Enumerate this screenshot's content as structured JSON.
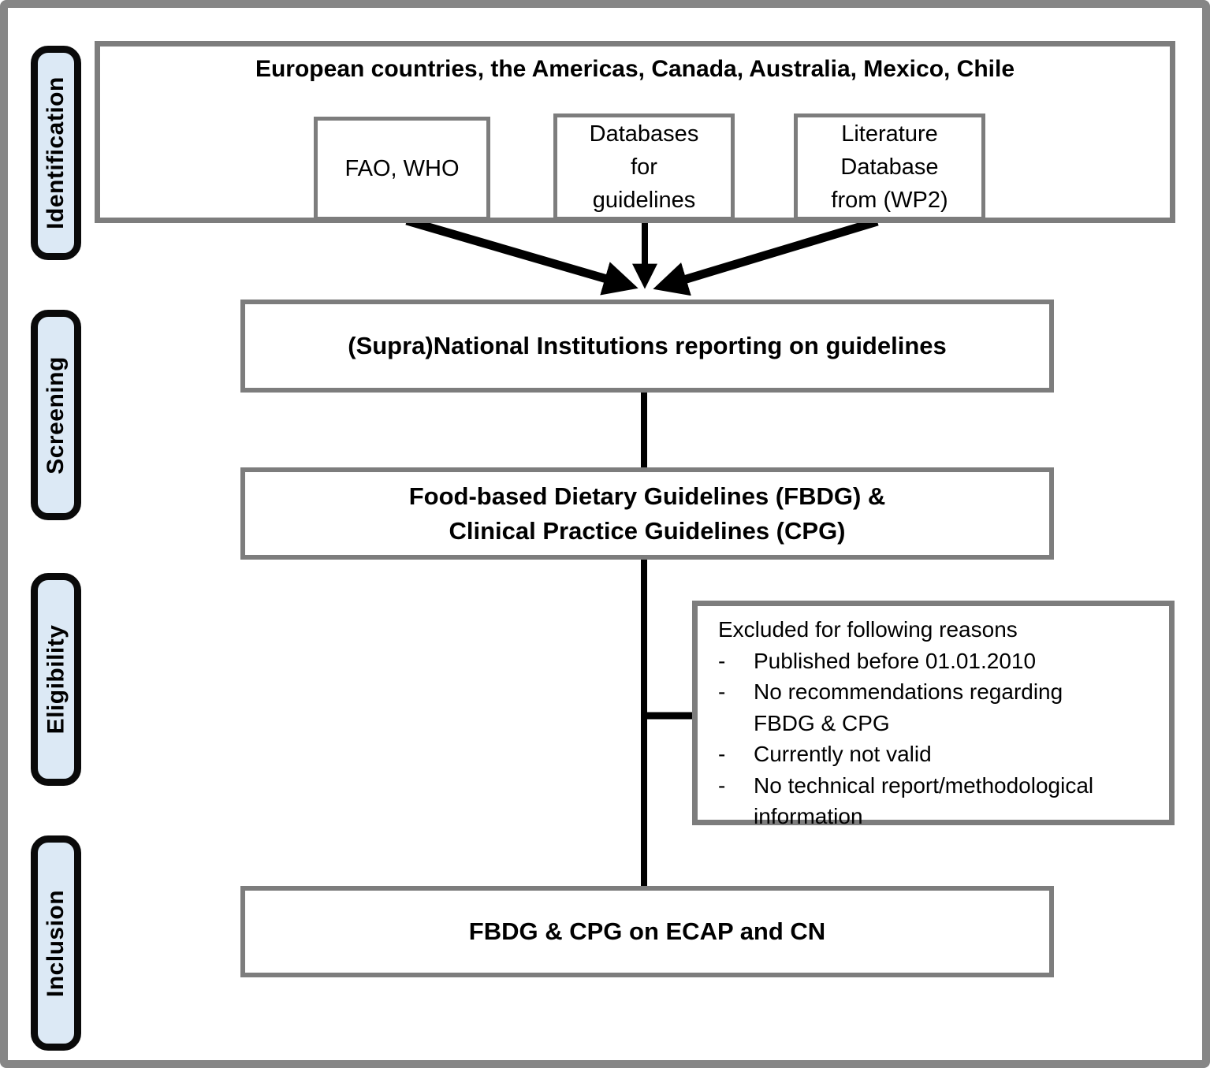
{
  "stages": [
    "Identification",
    "Screening",
    "Eligibility",
    "Inclusion"
  ],
  "identification": {
    "scope_box": "European countries, the Americas, Canada, Australia, Mexico, Chile",
    "source_boxes": {
      "fao": "FAO, WHO",
      "databases": "Databases\nfor\nguidelines",
      "literature": "Literature\nDatabase\nfrom (WP2)"
    }
  },
  "screening": {
    "institutions_box": "(Supra)National Institutions reporting on guidelines",
    "guidelines_box": "Food-based Dietary Guidelines (FBDG) &\nClinical Practice Guidelines (CPG)"
  },
  "eligibility": {
    "exclusion_box": {
      "title": "Excluded for following reasons",
      "bullet": "-",
      "reasons": [
        "Published before 01.01.2010",
        "No recommendations regarding\nFBDG & CPG",
        "Currently not valid",
        "No technical report/methodological\ninformation"
      ]
    }
  },
  "inclusion": {
    "included_box": "FBDG & CPG on ECAP and CN"
  },
  "colors": {
    "stage_fill": "#dce9f5",
    "stage_border": "#0a0a0a",
    "box_border": "#7d7d7d",
    "frame_border": "#868686",
    "connector": "#000000"
  }
}
